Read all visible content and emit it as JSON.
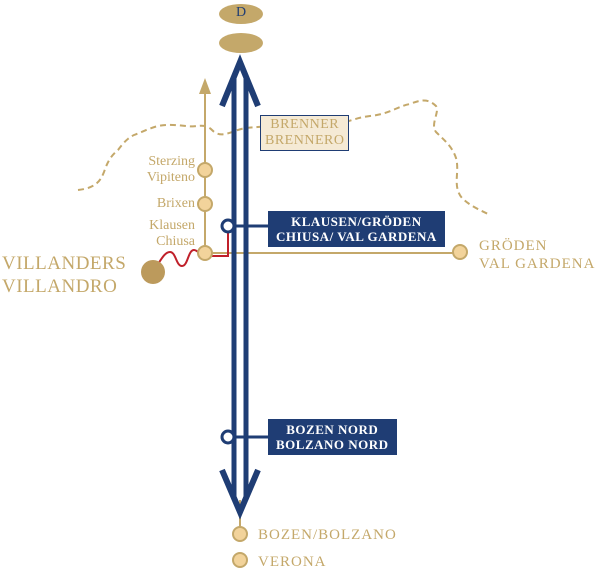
{
  "country_marker": "D",
  "pass": {
    "line1": "BRENNER",
    "line2": "BRENNERO"
  },
  "exits": {
    "klausen": {
      "line1": "KLAUSEN/GRÖDEN",
      "line2": "CHIUSA/ VAL GARDENA"
    },
    "bozen": {
      "line1": "BOZEN NORD",
      "line2": "BOLZANO NORD"
    }
  },
  "towns": {
    "sterzing": {
      "line1": "Sterzing",
      "line2": "Vipiteno"
    },
    "brixen": "Brixen",
    "klausen": {
      "line1": "Klausen",
      "line2": "Chiusa"
    },
    "groeden": {
      "line1": "GRÖDEN",
      "line2": "VAL GARDENA"
    },
    "villanders": {
      "line1": "VILLANDERS",
      "line2": "VILLANDRO"
    },
    "bozen": "BOZEN/BOLZANO",
    "verona": "VERONA"
  },
  "colors": {
    "navy": "#1f3d74",
    "gold": "#c4a86a",
    "dot_fill": "#f2d39b",
    "local_road": "#c0202a"
  }
}
